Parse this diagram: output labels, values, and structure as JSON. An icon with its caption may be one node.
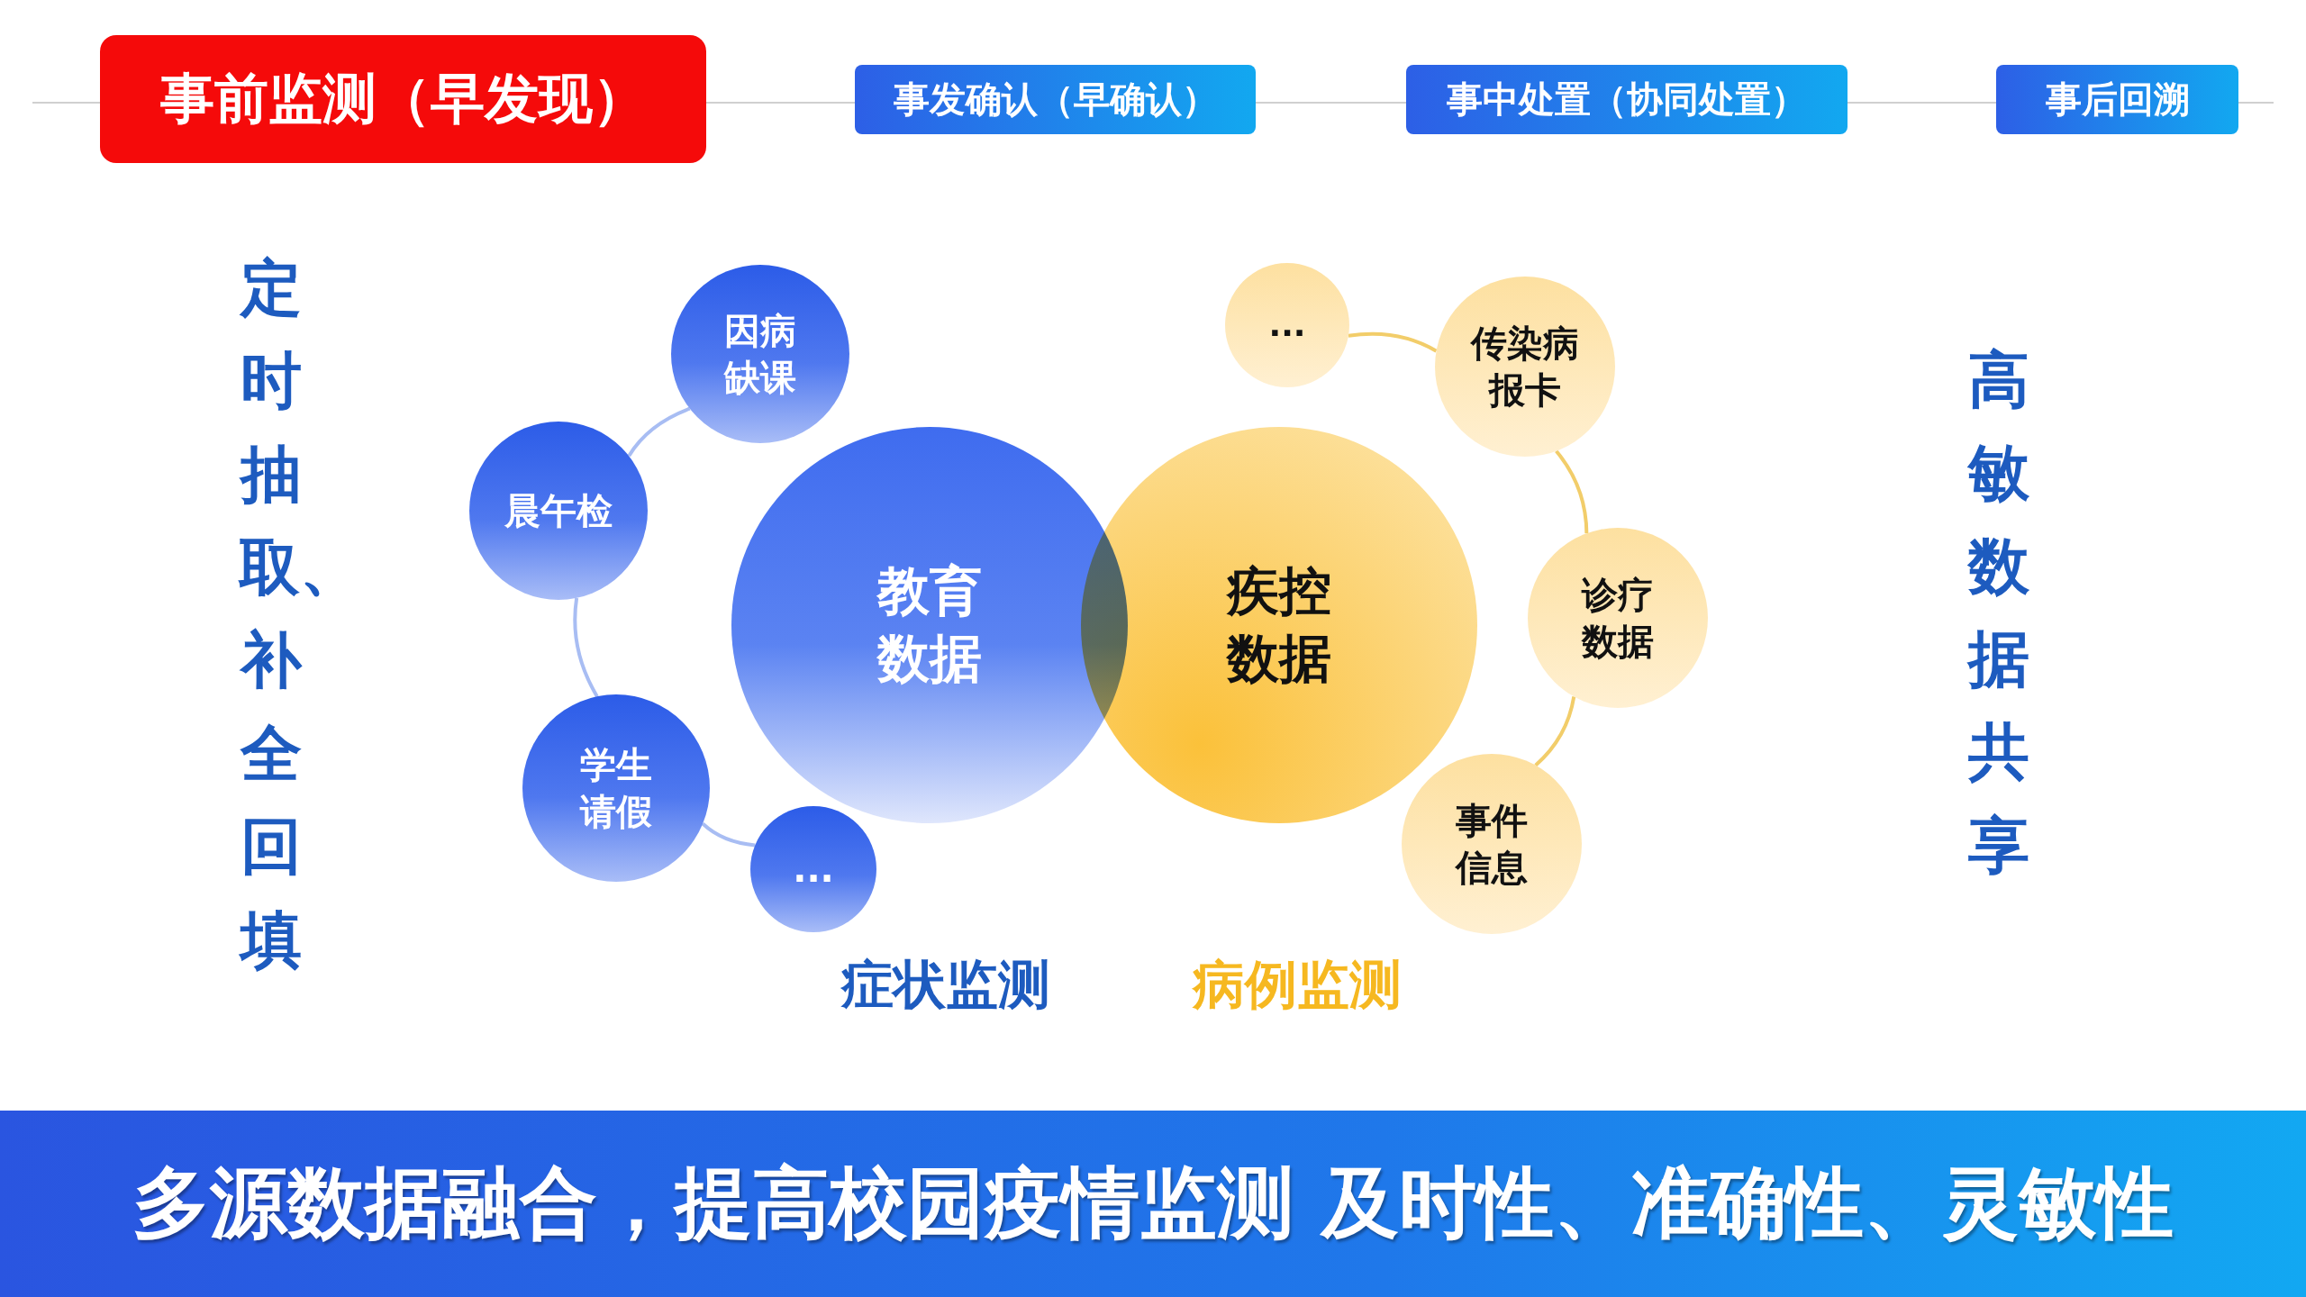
{
  "diagram": {
    "nodes": [
      {
        "text": [
          "事前监测（早发现）"
        ]
      },
      {
        "text": [
          "事发确认（早确认）"
        ]
      },
      {
        "text": [
          "事中处置（协同处置）"
        ]
      },
      {
        "text": [
          "事后回溯"
        ]
      },
      {
        "text": [
          "教育数据"
        ]
      },
      {
        "text": [
          "疾控数据"
        ]
      },
      {
        "text": [
          "因病缺课"
        ]
      },
      {
        "text": [
          "晨午检"
        ]
      },
      {
        "text": [
          "学生请假"
        ]
      },
      {
        "text": [
          "..."
        ]
      },
      {
        "text": [
          "..."
        ]
      },
      {
        "text": [
          "传染病报卡"
        ]
      },
      {
        "text": [
          "诊疗数据"
        ]
      },
      {
        "text": [
          "事件信息"
        ]
      },
      {
        "text": [
          "多源数据融合，提高校园疫情监测 **及时性、准确性、灵敏性**"
        ]
      }
    ],
    "edges": [
      {
        "from": 0,
        "to": 1,
        "arrow": "none",
        "color": "#d0d0d0"
      },
      {
        "from": 1,
        "to": 2,
        "arrow": "none",
        "color": "#d0d0d0"
      },
      {
        "from": 2,
        "to": 3,
        "arrow": "none",
        "color": "#d0d0d0"
      },
      {
        "from": 6,
        "to": 7,
        "arrow": "none",
        "color": "#a8bdf3"
      },
      {
        "from": 7,
        "to": 8,
        "arrow": "none",
        "color": "#a8bdf3"
      },
      {
        "from": 8,
        "to": 9,
        "arrow": "none",
        "color": "#a8bdf3"
      },
      {
        "from": 10,
        "to": 11,
        "arrow": "none",
        "color": "#f2cd6a"
      },
      {
        "from": 11,
        "to": 12,
        "arrow": "none",
        "color": "#f2cd6a"
      },
      {
        "from": 12,
        "to": 13,
        "arrow": "none",
        "color": "#f2cd6a"
      }
    ],
    "labels": [
      "定时抽取、补全回填",
      "高敏数据共享",
      "症状监测",
      "病例监测"
    ]
  }
}
